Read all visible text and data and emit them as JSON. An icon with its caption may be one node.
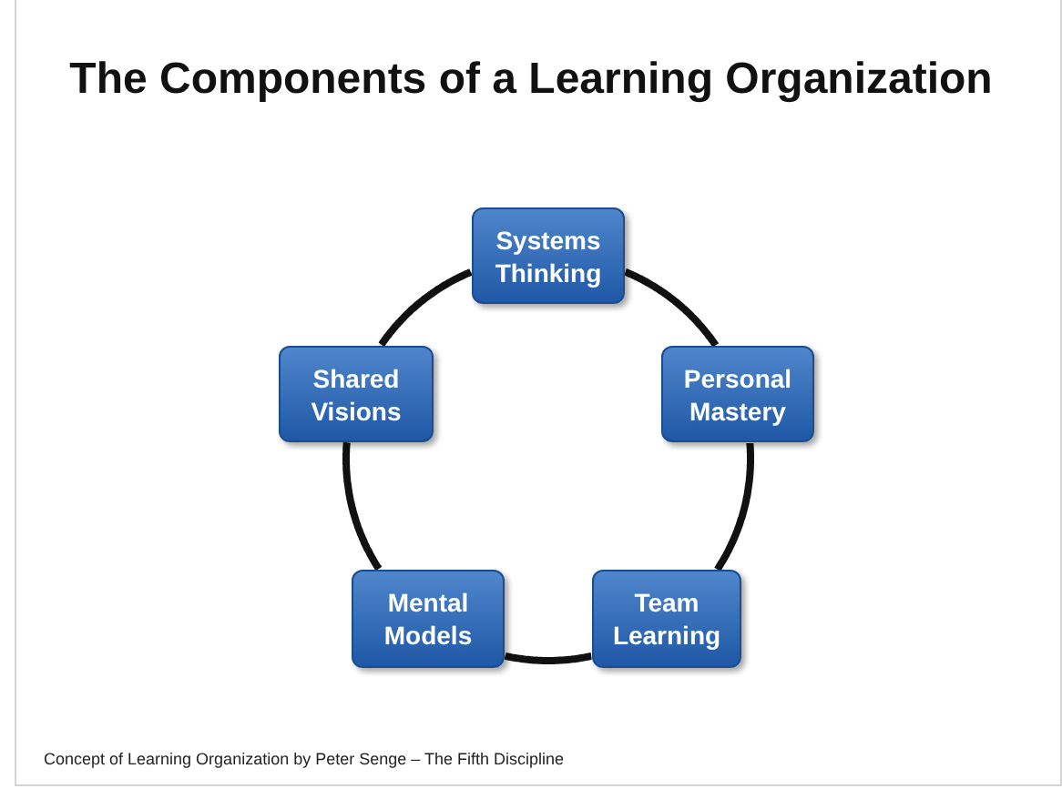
{
  "diagram": {
    "title": "The Components of a Learning Organization",
    "nodes": [
      {
        "text": [
          "Systems Thinking"
        ]
      },
      {
        "text": [
          "Personal Mastery"
        ]
      },
      {
        "text": [
          "Team Learning"
        ]
      },
      {
        "text": [
          "Mental Models"
        ]
      },
      {
        "text": [
          "Shared Visions"
        ]
      }
    ],
    "edges": [
      {
        "from": 0,
        "to": 1,
        "arrow": "none"
      },
      {
        "from": 1,
        "to": 2,
        "arrow": "none"
      },
      {
        "from": 2,
        "to": 3,
        "arrow": "none"
      },
      {
        "from": 3,
        "to": 4,
        "arrow": "none"
      },
      {
        "from": 4,
        "to": 0,
        "arrow": "none"
      }
    ],
    "caption": "Concept of Learning Organization by Peter Senge – The Fifth Discipline"
  }
}
